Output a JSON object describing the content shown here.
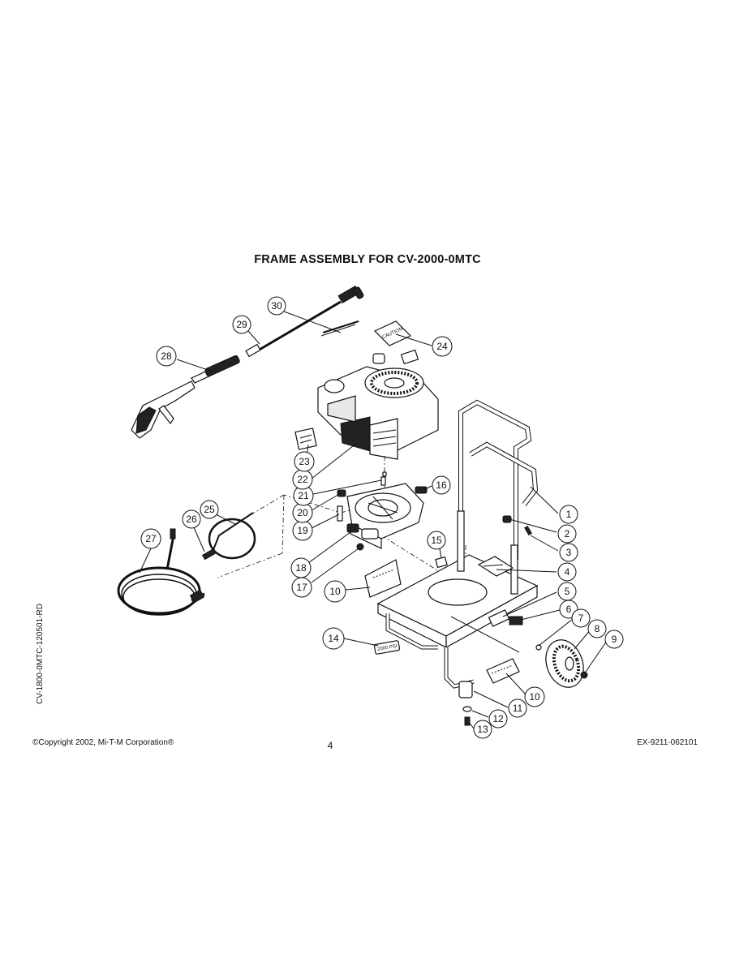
{
  "page": {
    "title": "FRAME ASSEMBLY FOR CV-2000-0MTC",
    "copyright": "©Copyright 2002, Mi-T-M Corporation®",
    "page_number": "4",
    "doc_code": "EX-9211-062101",
    "side_code": "CV-1800-0MTC-120501-RD"
  },
  "callouts": [
    "1",
    "2",
    "3",
    "4",
    "5",
    "6",
    "7",
    "8",
    "9",
    "10",
    "10",
    "11",
    "12",
    "13",
    "14",
    "15",
    "16",
    "17",
    "18",
    "19",
    "20",
    "21",
    "22",
    "23",
    "24",
    "25",
    "26",
    "27",
    "28",
    "29",
    "30"
  ],
  "decals": {
    "pressure": "2000 PSI",
    "caution": "CAUTION"
  }
}
